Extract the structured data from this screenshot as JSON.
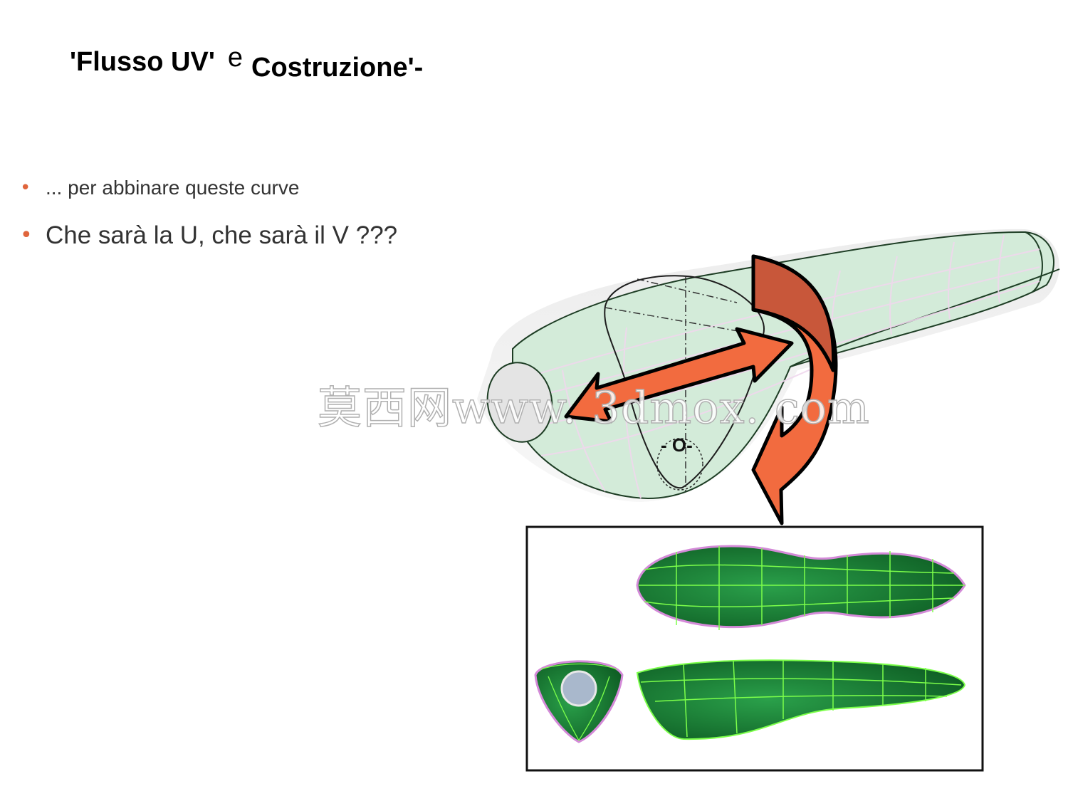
{
  "slide": {
    "title_part1": "'Flusso UV'",
    "title_part2": "e",
    "title_part3": "Costruzione'-",
    "bullets": [
      {
        "text": "... per abbinare queste curve"
      },
      {
        "text": "Che sarà la U, che sarà il V ???"
      }
    ]
  },
  "figure": {
    "point_label": "- O-",
    "colors": {
      "arrow_fill": "#f26b3f",
      "arrow_dark": "#c8573a",
      "surface_fill": "#cfe9d6",
      "inset_surface": "#1e8a3a",
      "iso_lines": "#7cff4a"
    }
  },
  "watermark": "莫西网www. 3dmox. com"
}
